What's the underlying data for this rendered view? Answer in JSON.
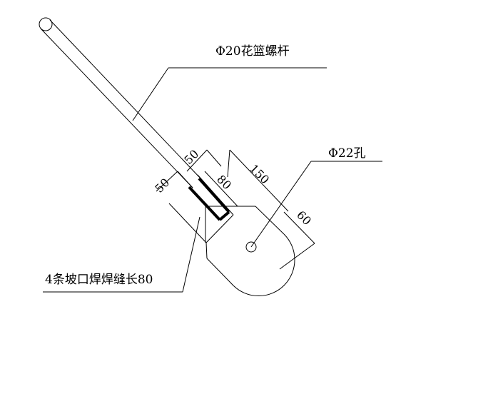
{
  "labels": {
    "rod": "Φ20花篮螺杆",
    "hole": "Φ22孔",
    "weld": "4条坡口焊焊缝长80"
  },
  "dimensions": {
    "d50_left": "50",
    "d50_top": "50",
    "d80": "80",
    "d150": "150",
    "d60": "60"
  }
}
